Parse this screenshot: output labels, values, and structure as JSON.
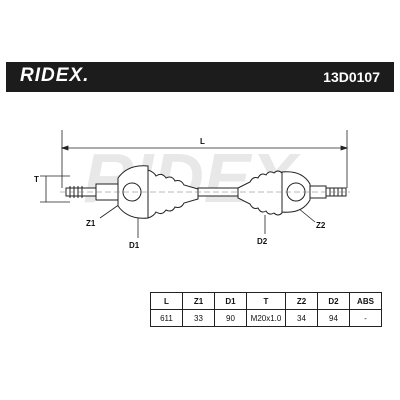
{
  "header": {
    "brand": "RIDEX.",
    "part_number": "13D0107"
  },
  "watermark": "RIDEX.",
  "drawing": {
    "dim_labels": {
      "length": "L",
      "thread": "T",
      "z1": "Z1",
      "d1": "D1",
      "d2": "D2",
      "z2": "Z2"
    }
  },
  "spec_table": {
    "headers": [
      "L",
      "Z1",
      "D1",
      "T",
      "Z2",
      "D2",
      "ABS"
    ],
    "values": [
      "611",
      "33",
      "90",
      "M20x1.0",
      "34",
      "94",
      "-"
    ]
  }
}
